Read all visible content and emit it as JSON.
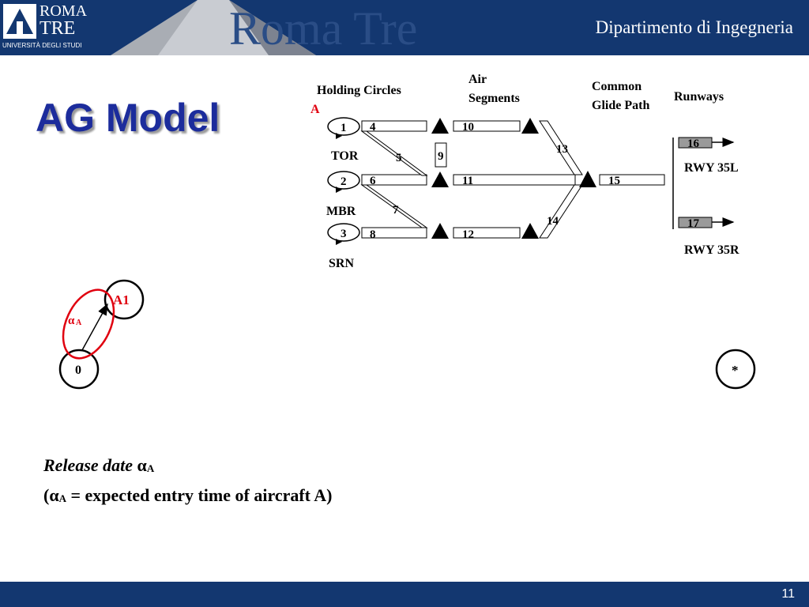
{
  "header": {
    "logo_line1": "ROMA",
    "logo_line2": "TRE",
    "logo_line3": "UNIVERSITÀ DEGLI STUDI",
    "watermark": "Roma Tre",
    "department": "Dipartimento di Ingegneria"
  },
  "slide": {
    "title": "AG Model",
    "page_number": "11"
  },
  "diagram": {
    "labels": {
      "holding_circles": "Holding Circles",
      "air": "Air",
      "segments": "Segments",
      "common": "Common",
      "glide_path": "Glide Path",
      "runways": "Runways",
      "aircraft": "A"
    },
    "entry_points": [
      "TOR",
      "MBR",
      "SRN"
    ],
    "holding_nodes": [
      "1",
      "2",
      "3"
    ],
    "segments": [
      "4",
      "5",
      "6",
      "7",
      "8",
      "9",
      "10",
      "11",
      "12",
      "13",
      "14",
      "15",
      "16",
      "17"
    ],
    "runway_labels": [
      "RWY 35L",
      "RWY 35R"
    ]
  },
  "graph": {
    "node_start": "0",
    "node_a1": "A1",
    "node_end": "*",
    "arc_label": "α",
    "arc_sub": "A"
  },
  "caption": {
    "line1_text": "Release date ",
    "alpha": "α",
    "alpha_sub": "A",
    "line2_open": "(",
    "line2_rest": " = expected entry time of aircraft A)"
  },
  "colors": {
    "header_bg": "#133770",
    "title": "#1c2c9c",
    "highlight": "#e0000f"
  }
}
